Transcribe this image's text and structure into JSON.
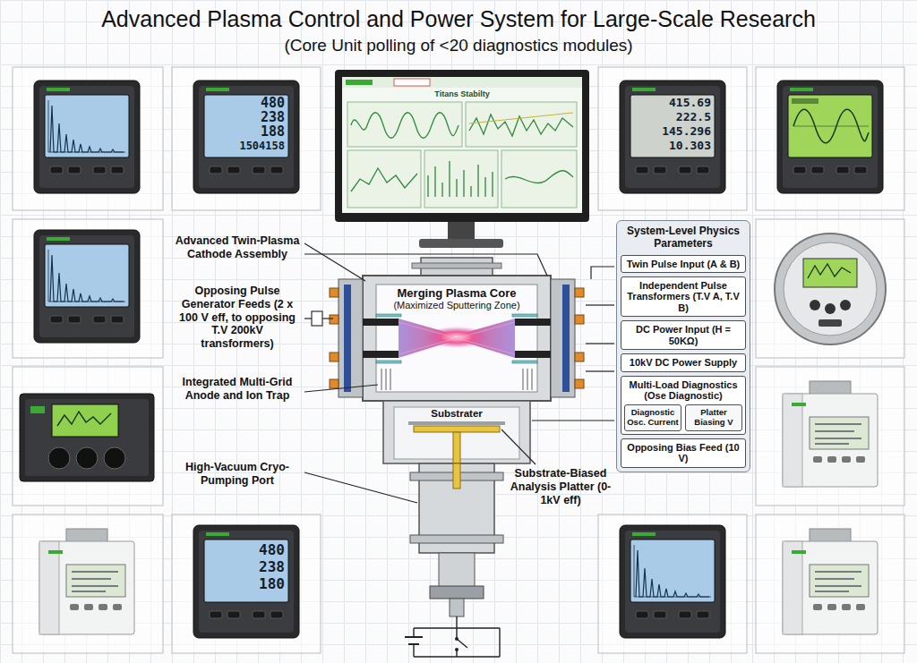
{
  "diagram": {
    "title": "Advanced Plasma Control and Power System for Large-Scale Research",
    "nodes": [
      {
        "text": [
          "System-Level Physics Parameters"
        ]
      },
      {
        "text": [
          "Twin Pulse Input (A & B)"
        ],
        "in": 0
      },
      {
        "text": [
          "Independent Pulse Transformers (T.V A, T.V B)"
        ],
        "in": 0
      },
      {
        "text": [
          "DC Power Input (H = 50KΩ)"
        ],
        "in": 0
      },
      {
        "text": [
          "10kV DC Power Supply"
        ],
        "in": 0
      },
      {
        "text": [
          "Multi-Load Diagnostics (Ose Diagnostic)"
        ],
        "in": 0
      },
      {
        "text": [
          "Diagnostic Osc. Current"
        ],
        "in": 5
      },
      {
        "text": [
          "Platter Biasing V"
        ],
        "in": 5
      },
      {
        "text": [
          "Opposing Bias Feed (10 V)"
        ],
        "in": 0
      }
    ],
    "labels": [
      "(Core Unit polling of <20 diagnostics modules)",
      "Titans Stabilty",
      "Advanced Twin-Plasma Cathode Assembly",
      "Opposing Pulse Generator Feeds (2 x 100 V eff, to opposing T.V 200kV transformers)",
      "Integrated Multi-Grid Anode and Ion Trap",
      "High-Vacuum Cryo-Pumping Port",
      "Merging Plasma Core",
      "(Maximized Sputtering Zone)",
      "Substrater",
      "Substrate-Biased Analysis Platter (0-1kV eff)",
      "480",
      "238",
      "188",
      "1504158",
      "415.69",
      "222.5",
      "145.296",
      "10.303",
      "480",
      "238",
      "180"
    ]
  }
}
